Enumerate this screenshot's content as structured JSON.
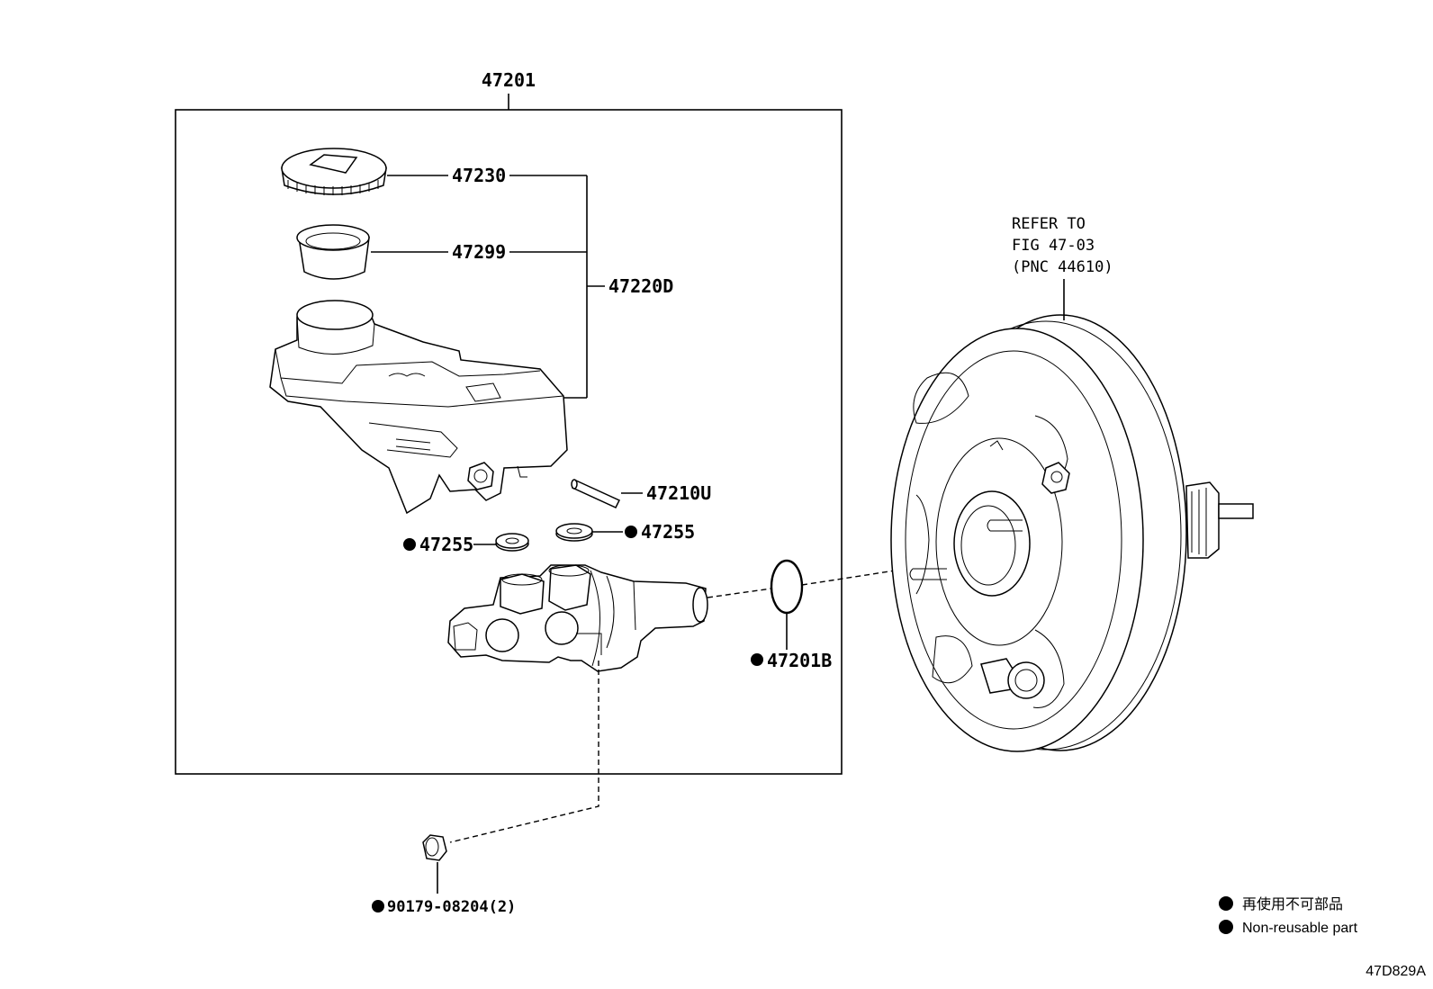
{
  "assembly_label": "47201",
  "parts": {
    "cap": "47230",
    "strainer": "47299",
    "reservoir": "47220D",
    "pin": "47210U",
    "grommet_right": "47255",
    "grommet_left": "47255",
    "o_ring": "47201B",
    "nut": "90179-08204(2)"
  },
  "reference_note": {
    "line1": "REFER TO",
    "line2": "FIG 47-03",
    "line3": "(PNC 44610)"
  },
  "legend": {
    "japanese": "再使用不可部品",
    "english": "Non-reusable part"
  },
  "figure_code": "47D829A"
}
